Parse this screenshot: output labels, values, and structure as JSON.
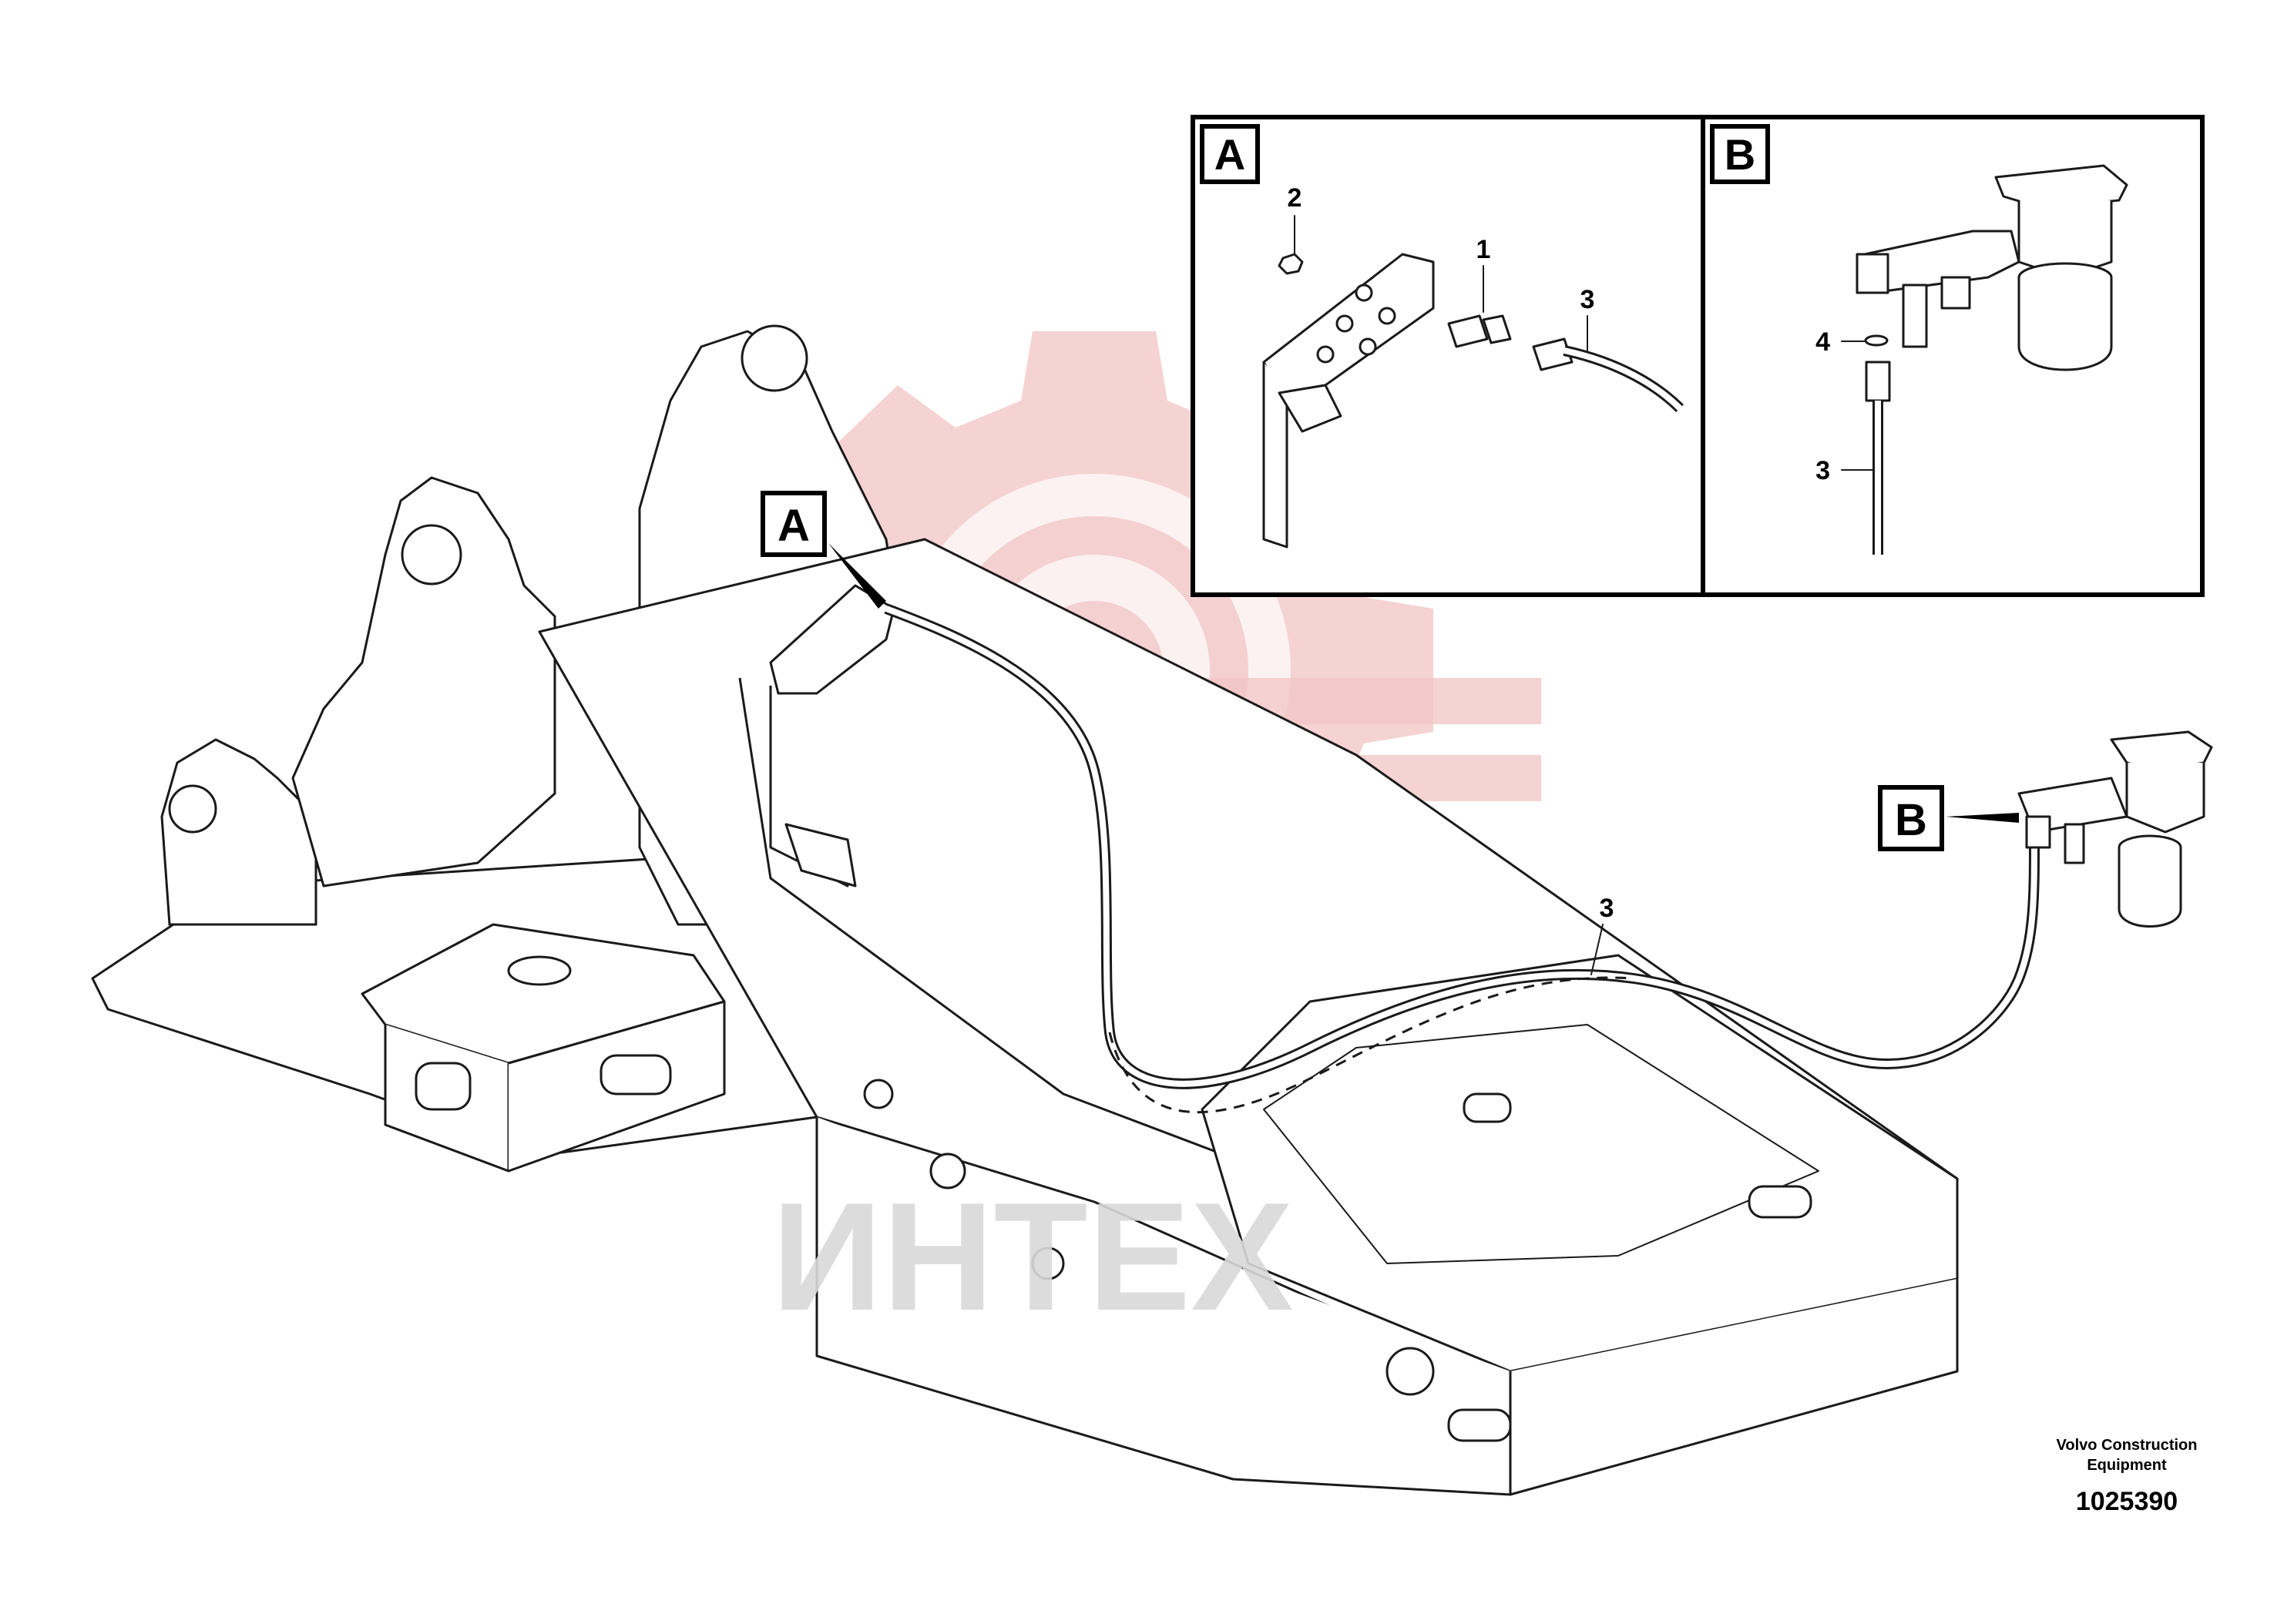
{
  "detail_boxes": {
    "A": {
      "label": "A",
      "callouts": {
        "nut": "2",
        "fitting": "1",
        "hose": "3"
      }
    },
    "B": {
      "label": "B",
      "callouts": {
        "ring": "4",
        "hose": "3"
      }
    }
  },
  "main_view": {
    "marker_A": "A",
    "marker_B": "B",
    "hose_callout": "3"
  },
  "publisher": {
    "line1": "Volvo Construction",
    "line2": "Equipment",
    "drawing_number": "1025390"
  },
  "watermark": {
    "text": "ИНТЕХ"
  },
  "colors": {
    "line": "#1a1a1a",
    "watermark": "#f2c4c4",
    "background": "#ffffff"
  }
}
